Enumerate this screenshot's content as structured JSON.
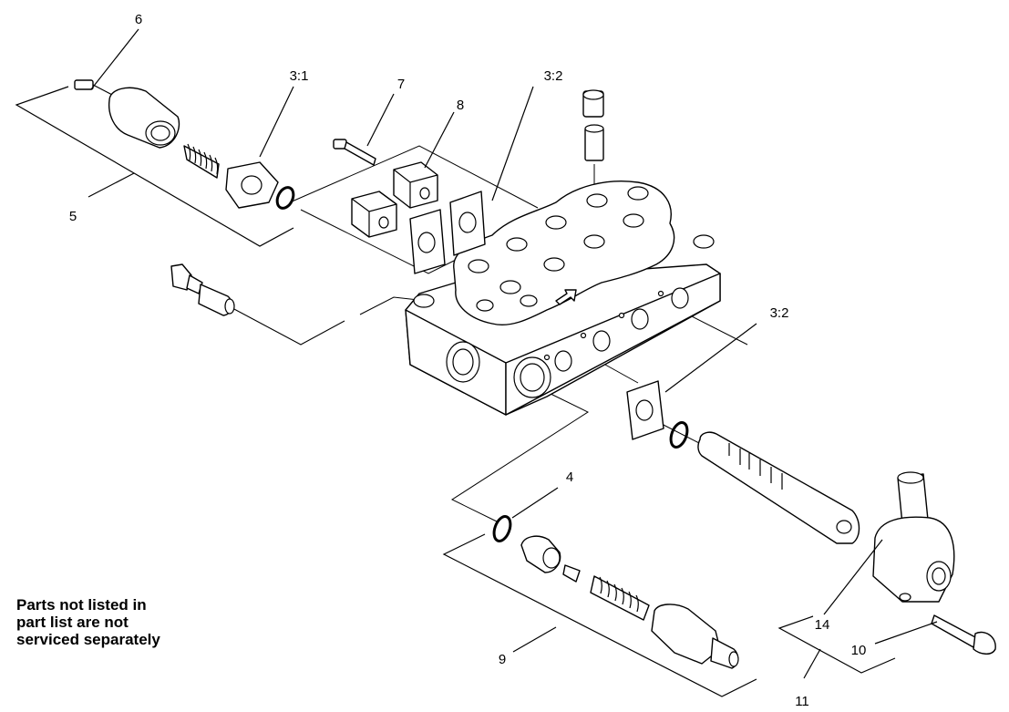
{
  "callouts": {
    "c6": "6",
    "c3_1": "3:1",
    "c7": "7",
    "c8": "8",
    "c3_2_top": "3:2",
    "c5": "5",
    "c3_2_right": "3:2",
    "c4": "4",
    "c9": "9",
    "c14": "14",
    "c10": "10",
    "c11": "11"
  },
  "note": {
    "line1": "Parts not listed in",
    "line2": "part list are not",
    "line3": "serviced separately"
  }
}
